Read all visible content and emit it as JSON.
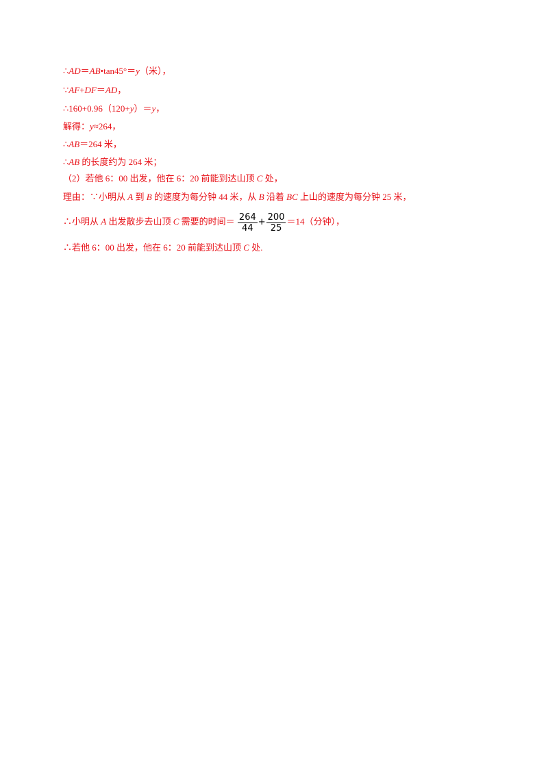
{
  "lines": [
    {
      "id": "l1",
      "parts": [
        [
          "∴",
          0
        ],
        [
          "AD",
          1
        ],
        [
          "＝",
          0
        ],
        [
          "AB",
          1
        ],
        [
          "•tan45°＝",
          0
        ],
        [
          "y",
          1
        ],
        [
          "（米），",
          0
        ]
      ]
    },
    {
      "id": "l2",
      "parts": [
        [
          "∵",
          0
        ],
        [
          "AF",
          1
        ],
        [
          "+",
          0
        ],
        [
          "DF",
          1
        ],
        [
          "＝",
          0
        ],
        [
          "AD",
          1
        ],
        [
          "，",
          0
        ]
      ]
    },
    {
      "id": "l3",
      "parts": [
        [
          "∴160+0.96（120+",
          0
        ],
        [
          "y",
          1
        ],
        [
          "）＝",
          0
        ],
        [
          "y",
          1
        ],
        [
          "，",
          0
        ]
      ]
    },
    {
      "id": "l4",
      "parts": [
        [
          "解得：",
          0
        ],
        [
          "y",
          1
        ],
        [
          "≈264，",
          0
        ]
      ]
    },
    {
      "id": "l5",
      "parts": [
        [
          "∴",
          0
        ],
        [
          "AB",
          1
        ],
        [
          "＝264 米，",
          0
        ]
      ]
    },
    {
      "id": "l6",
      "parts": [
        [
          "∴",
          0
        ],
        [
          "AB",
          1
        ],
        [
          " 的长度约为 264 米；",
          0
        ]
      ]
    },
    {
      "id": "l7",
      "parts": [
        [
          "（2）若他 6：00 出发，他在 6：20 前能到达山顶 ",
          0
        ],
        [
          "C",
          1
        ],
        [
          " 处，",
          0
        ]
      ]
    },
    {
      "id": "l8",
      "parts": [
        [
          "理由：∵小明从 ",
          0
        ],
        [
          "A",
          1
        ],
        [
          " 到 ",
          0
        ],
        [
          "B",
          1
        ],
        [
          " 的速度为每分钟 44 米，从 ",
          0
        ],
        [
          "B",
          1
        ],
        [
          " 沿着 ",
          0
        ],
        [
          "BC",
          1
        ],
        [
          " 上山的速度为每分钟 25 米，",
          0
        ]
      ]
    },
    {
      "id": "l10",
      "parts": [
        [
          "∴若他 6：00 出发，他在 6：20 前能到达山顶 ",
          0
        ],
        [
          "C",
          1
        ],
        [
          " 处.",
          0
        ]
      ]
    }
  ],
  "line9": {
    "prefix": "∴小明从 ",
    "prefix_italic": "A",
    "mid": " 出发散步去山顶 ",
    "mid_italic": "C",
    "after": " 需要的时间＝",
    "frac1": {
      "num": "264",
      "den": "44"
    },
    "plus": "+",
    "frac2": {
      "num": "200",
      "den": "25"
    },
    "result": "＝14（分钟），"
  }
}
